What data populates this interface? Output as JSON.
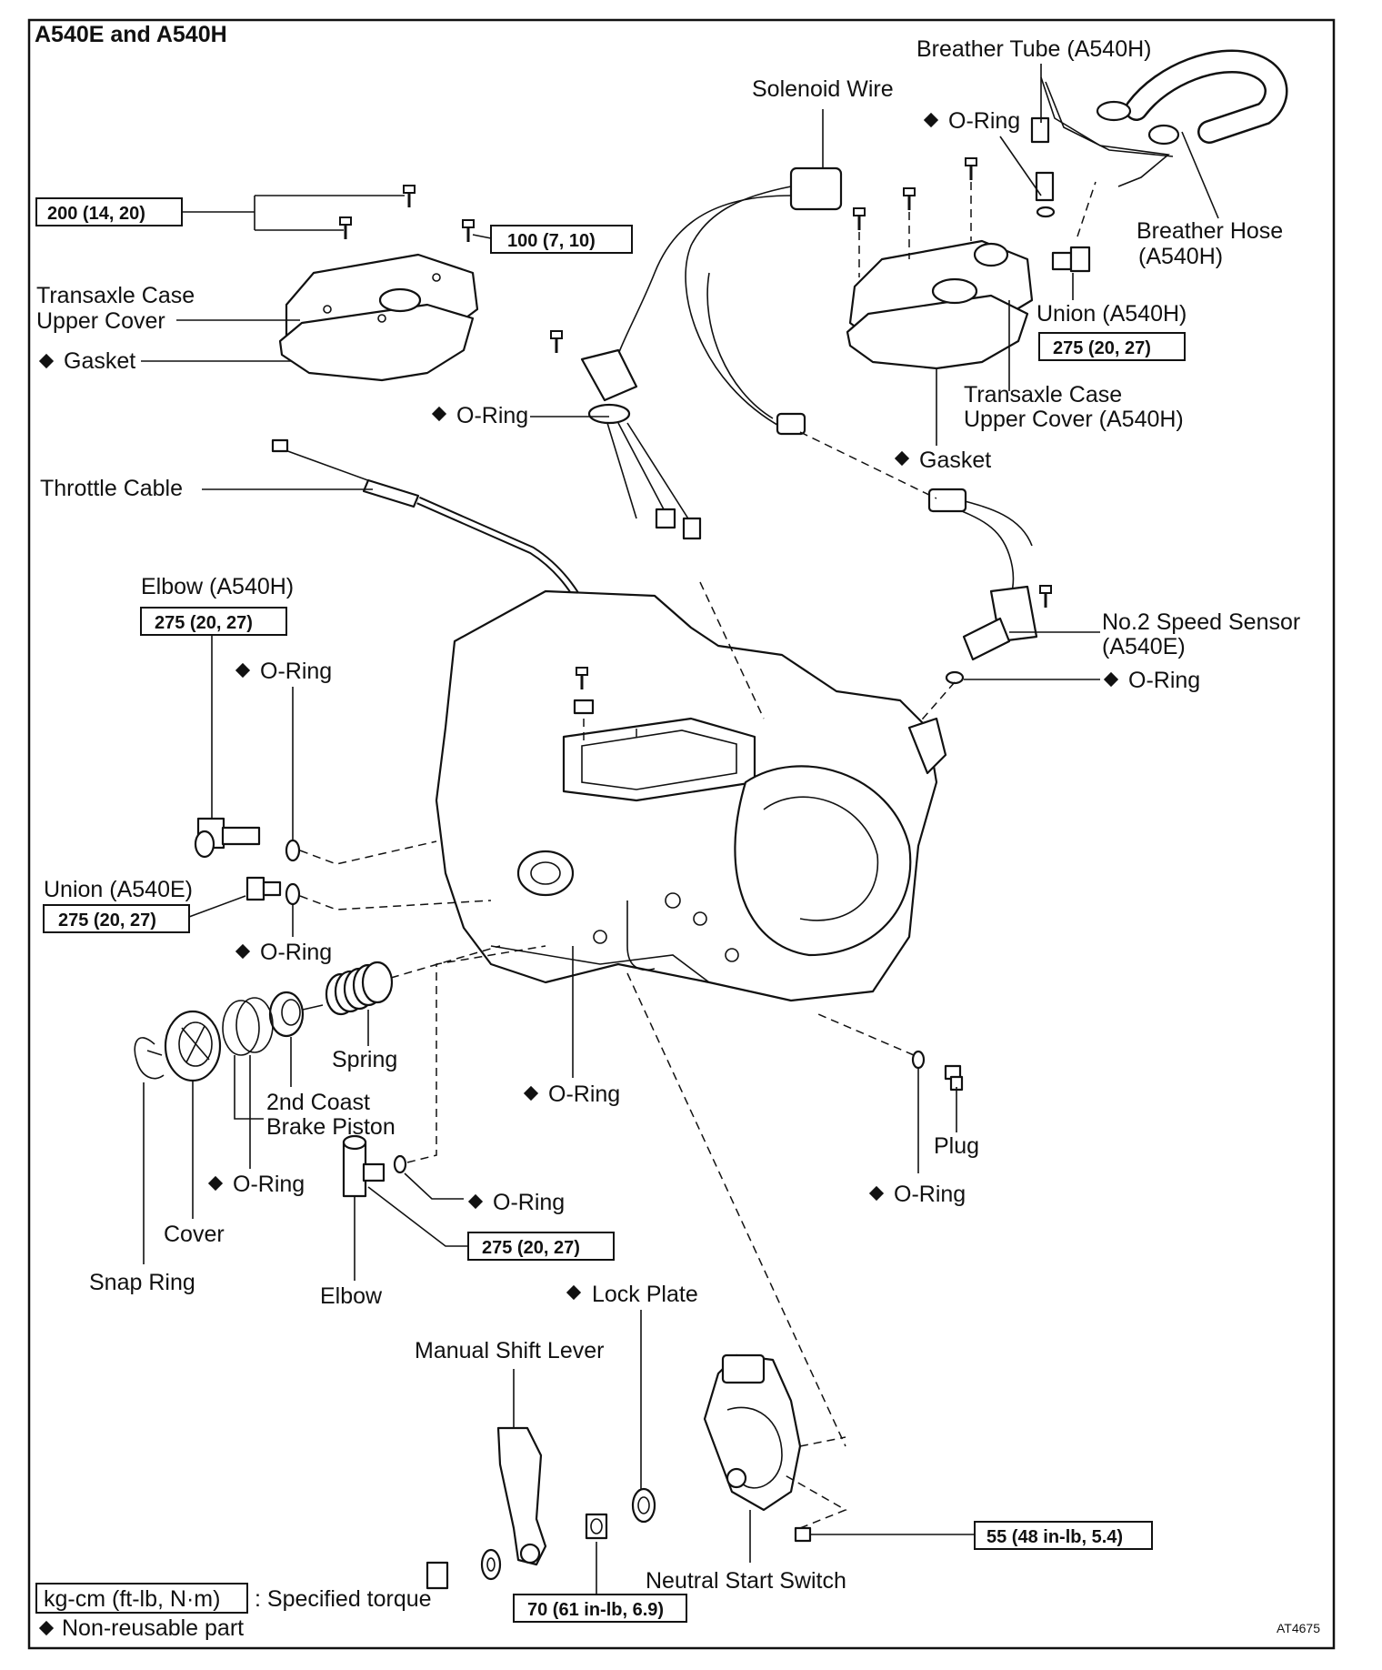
{
  "title": "A540E and A540H",
  "figure_id": "AT4675",
  "labels": {
    "breather_tube": "Breather Tube (A540H)",
    "solenoid_wire": "Solenoid Wire",
    "oring_top": "O-Ring",
    "breather_hose_1": "Breather Hose",
    "breather_hose_2": "(A540H)",
    "union_a540h": "Union (A540H)",
    "transaxle_upper_cover_1": "Transaxle Case",
    "transaxle_upper_cover_2": "Upper Cover",
    "gasket_left": "Gasket",
    "oring_solenoid": "O-Ring",
    "transaxle_upper_cover_a540h_1": "Transaxle Case",
    "transaxle_upper_cover_a540h_2": "Upper Cover (A540H)",
    "gasket_right": "Gasket",
    "throttle_cable": "Throttle Cable",
    "elbow_a540h": "Elbow (A540H)",
    "oring_elbow": "O-Ring",
    "no2_speed_sensor_1": "No.2 Speed Sensor",
    "no2_speed_sensor_2": "(A540E)",
    "oring_speed_sensor": "O-Ring",
    "union_a540e": "Union (A540E)",
    "oring_union": "O-Ring",
    "spring": "Spring",
    "brake_piston_1": "2nd Coast",
    "brake_piston_2": "Brake Piston",
    "oring_center": "O-Ring",
    "oring_piston": "O-Ring",
    "oring_elbow_lower": "O-Ring",
    "plug": "Plug",
    "oring_plug": "O-Ring",
    "cover": "Cover",
    "snap_ring": "Snap Ring",
    "elbow": "Elbow",
    "lock_plate": "Lock Plate",
    "manual_shift_lever": "Manual Shift Lever",
    "neutral_start_switch": "Neutral Start Switch"
  },
  "torques": {
    "t200": "200 (14, 20)",
    "t100": "100 (7, 10)",
    "t275_union_a540h": "275 (20, 27)",
    "t275_elbow_a540h": "275 (20, 27)",
    "t275_union_a540e": "275 (20, 27)",
    "t275_elbow": "275 (20, 27)",
    "t55": "55 (48 in-lb, 5.4)",
    "t70": "70 (61 in-lb, 6.9)"
  },
  "legend": {
    "torque_unit": "kg-cm (ft-lb, N·m)",
    "torque_desc": ": Specified torque",
    "nonreusable": "Non-reusable part"
  }
}
